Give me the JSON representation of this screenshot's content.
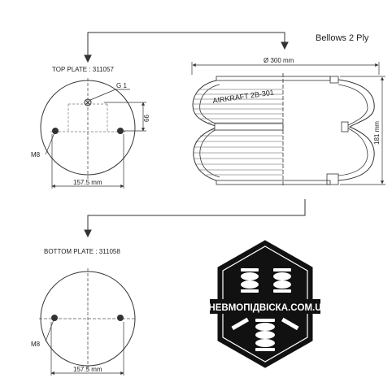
{
  "header": {
    "title": "Bellows 2 Ply"
  },
  "top_plate": {
    "label": "TOP PLATE : 311057",
    "port_label": "G 1",
    "offset_dim": "66",
    "bolt_label": "M8",
    "bolt_spacing": "157.5 mm"
  },
  "bottom_plate": {
    "label": "BOTTOM PLATE : 311058",
    "bolt_label": "M8",
    "bolt_spacing": "157.5 mm"
  },
  "bellows": {
    "model_label": "AIRKRAFT 2B-301",
    "diameter_dim": "Ø 300 mm",
    "height_dim": "181 mm"
  },
  "logo": {
    "text": "ПНЕВМОПІДВІСКА.COM.UA"
  },
  "colors": {
    "line": "#333333",
    "logo_bg": "#111111",
    "logo_text": "#ffffff"
  }
}
